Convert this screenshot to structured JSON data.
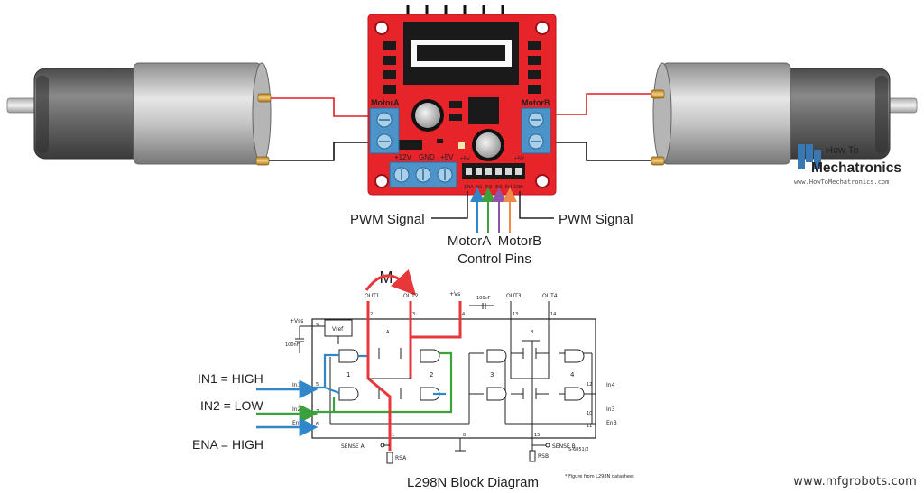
{
  "board": {
    "motor_a": "MotorA",
    "motor_b": "MotorB",
    "v12": "+12V",
    "gnd": "GND",
    "v5": "+5V",
    "v5_left": "+5V",
    "v5_right": "+5V",
    "pins": [
      "ENA",
      "IN1",
      "IN2",
      "IN3",
      "IN4",
      "ENB"
    ]
  },
  "callouts": {
    "pwm_left": "PWM Signal",
    "pwm_right": "PWM Signal",
    "control_pins_line1": "MotorA  MotorB",
    "control_pins_line2": "Control Pins"
  },
  "logo": {
    "line1": "How To",
    "line2": "Mechatronics",
    "url": "www.HowToMechatronics.com"
  },
  "diagram": {
    "caption": "L298N Block Diagram",
    "motor_label": "M",
    "in1_state": "IN1 = HIGH",
    "in2_state": "IN2 = LOW",
    "ena_state": "ENA = HIGH",
    "figure_note": "* Figure from L298N datasheet",
    "out1": "OUT1",
    "out2": "OUT2",
    "out3": "OUT3",
    "out4": "OUT4",
    "vs": "+Vs",
    "vss": "+Vss",
    "vref": "Vref",
    "cap_100nf_left": "100nF",
    "cap_100nf_right": "100nF",
    "pin_in1": "In1",
    "pin_in2": "In2",
    "pin_ena": "EnA",
    "pin_in3": "In3",
    "pin_in4": "In4",
    "pin_enb": "EnB",
    "sense_a": "SENSE A",
    "sense_b": "SENSE B",
    "rsa": "RSA",
    "rsb": "RSB",
    "bridge_1": "1",
    "bridge_2": "2",
    "bridge_3": "3",
    "bridge_4": "4",
    "node_a": "A",
    "node_b": "B",
    "part_code": "S-6851/2",
    "pin_numbers": [
      "2",
      "3",
      "13",
      "14",
      "4",
      "9",
      "5",
      "7",
      "6",
      "1",
      "15",
      "8",
      "10",
      "11",
      "12"
    ]
  },
  "watermark": "www.mfgrobots.com",
  "colors": {
    "board_red": "#e8242b",
    "highlight_red": "#e8373b",
    "wire_blue": "#2f86c8",
    "wire_green": "#3ca13c",
    "wire_purple": "#8e55a8",
    "wire_orange": "#ef8a4a",
    "terminal_blue": "#4b93c9",
    "logo_blue": "#3a78b4"
  }
}
